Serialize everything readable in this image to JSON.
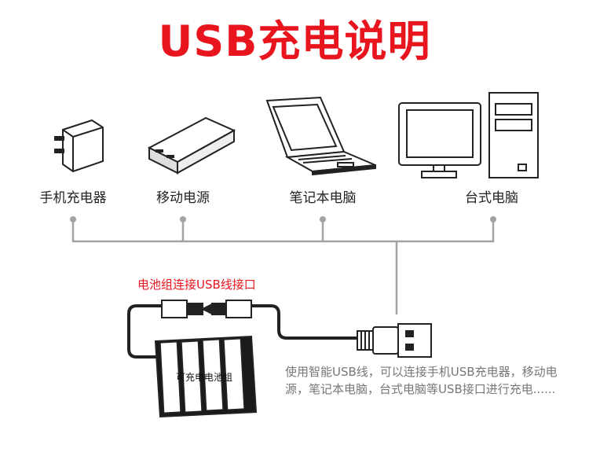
{
  "title": "USB充电说明",
  "devices": [
    {
      "label": "手机充电器",
      "icon": "wall-charger-icon"
    },
    {
      "label": "移动电源",
      "icon": "power-bank-icon"
    },
    {
      "label": "笔记本电脑",
      "icon": "laptop-icon"
    },
    {
      "label": "台式电脑",
      "icon": "desktop-computer-icon"
    }
  ],
  "connector_label": "电池组连接USB线接口",
  "battery_pack_label": "可充电电池组",
  "description": "使用智能USB线，可以连接手机USB充电器，移动电源，笔记本电脑，台式电脑等USB接口进行充电......",
  "colors": {
    "title_red": "#e8141e",
    "connector_line_gray": "#a3a3a3",
    "description_gray": "#777777"
  }
}
